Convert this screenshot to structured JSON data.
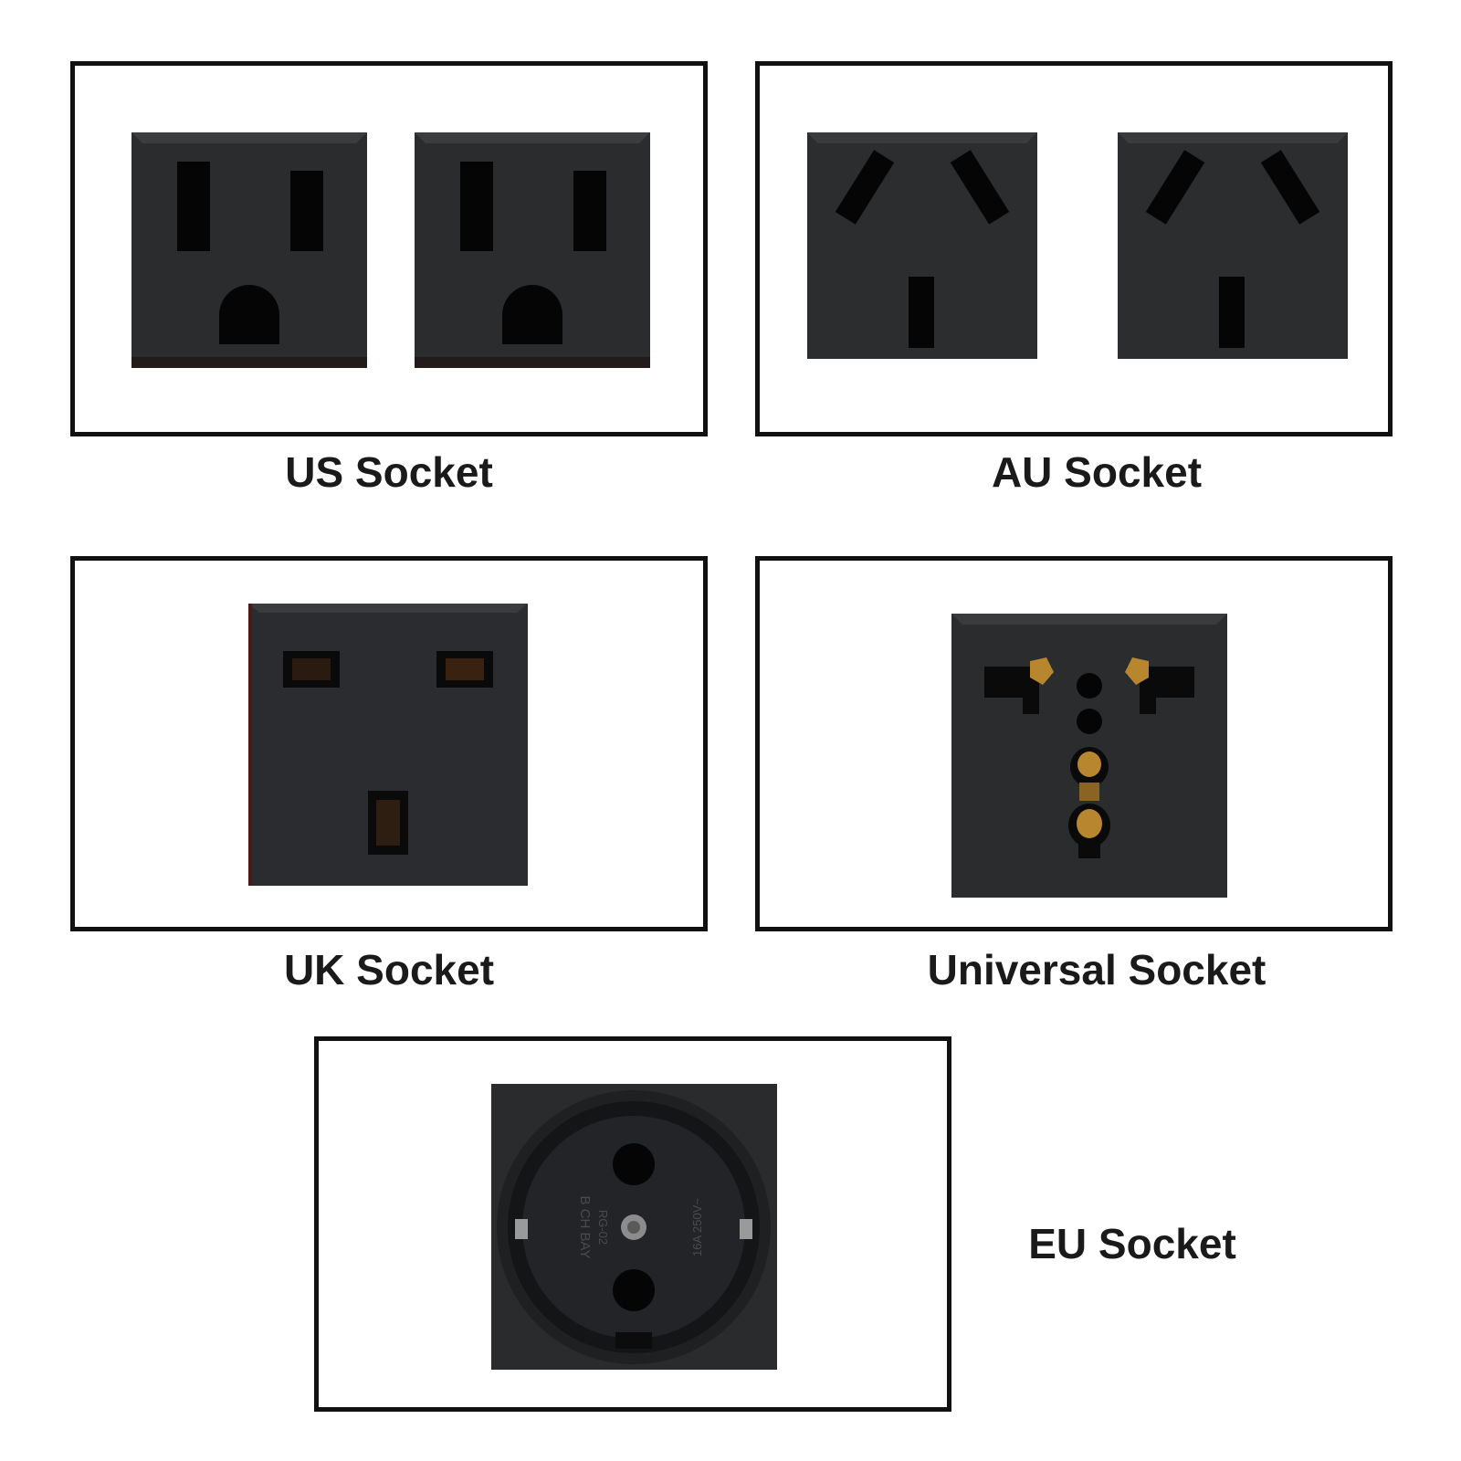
{
  "panels": {
    "us": {
      "label": "US Socket"
    },
    "au": {
      "label": "AU Socket"
    },
    "uk": {
      "label": "UK Socket"
    },
    "universal": {
      "label": "Universal Socket"
    },
    "eu": {
      "label": "EU Socket",
      "imprint": [
        "B CH BAY",
        "RG-02",
        "16A 250V~"
      ]
    }
  },
  "colors": {
    "frame": "#111111",
    "faceplate": "#2a2c2e",
    "hole": "#050505",
    "brass": "#b8862e"
  }
}
